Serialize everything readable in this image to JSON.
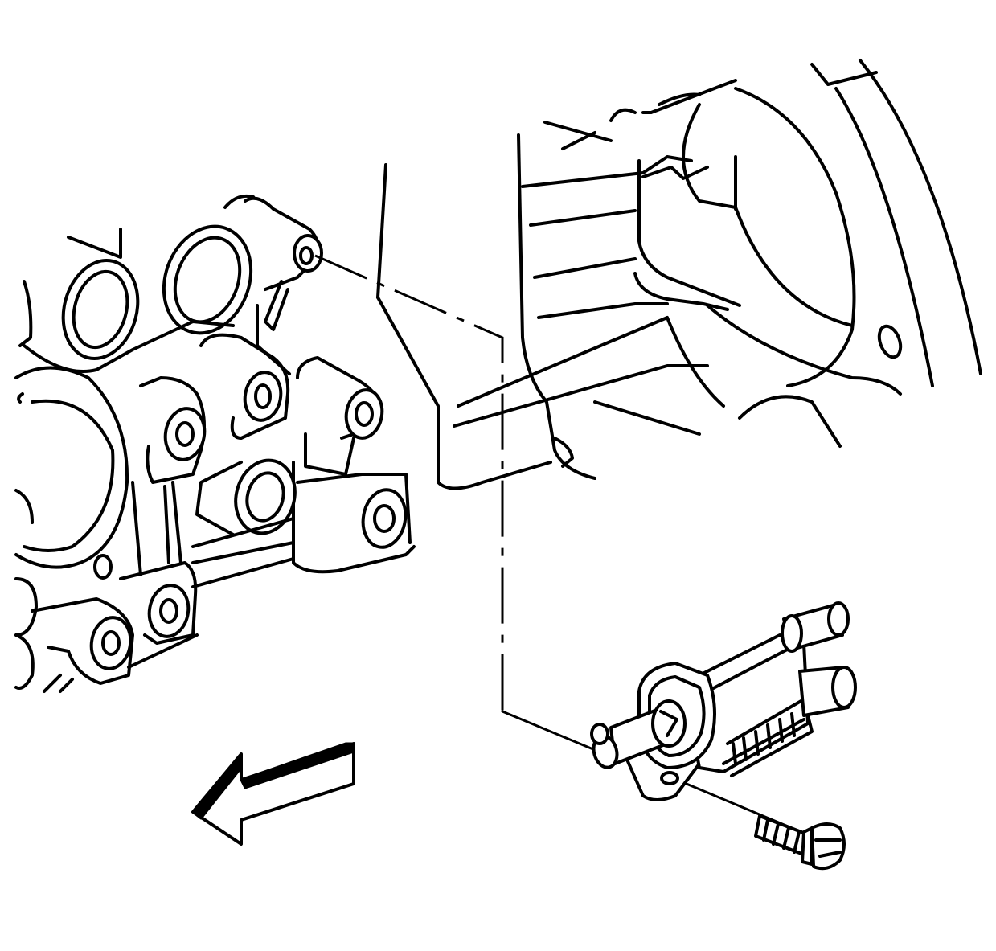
{
  "diagram": {
    "labels": [],
    "colors": {
      "line": "#000000",
      "background": "#ffffff"
    },
    "parts": [
      "engine-block-housing",
      "intake-manifold-surface",
      "purge-solenoid-valve",
      "mounting-bolt",
      "direction-arrow"
    ]
  }
}
